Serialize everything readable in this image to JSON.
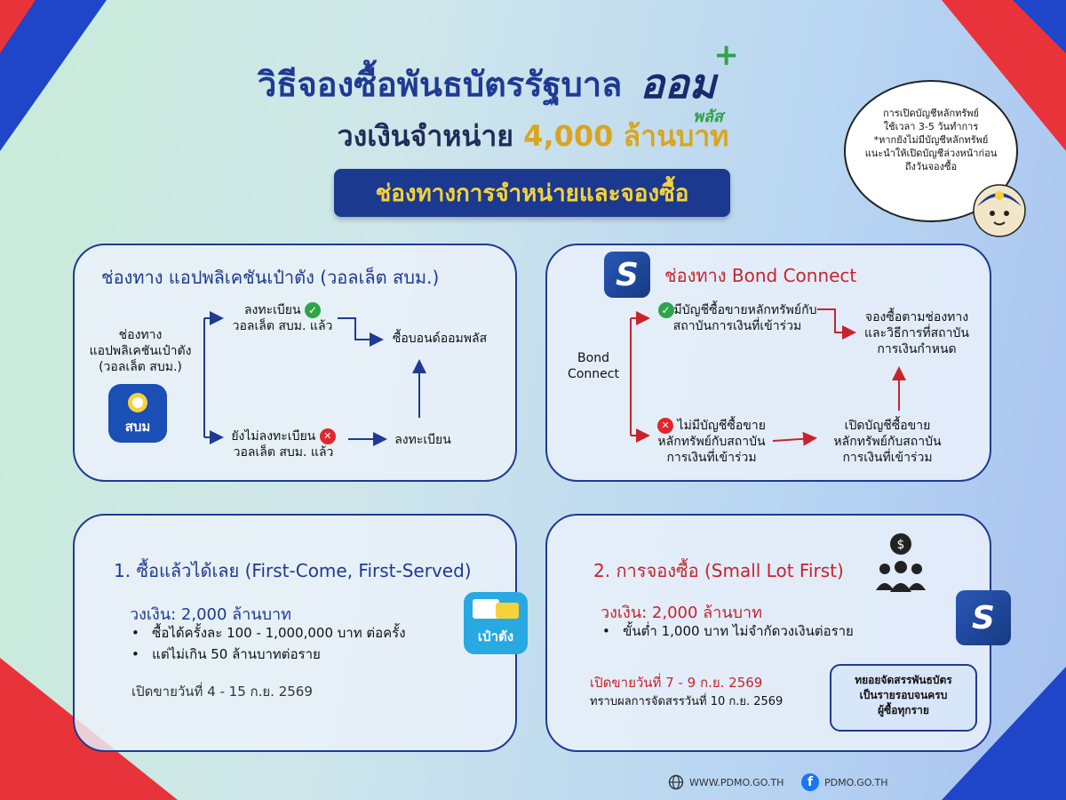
{
  "header": {
    "title": "วิธีจองซื้อพันธบัตรรัฐบาล",
    "logo_text": "ออม",
    "logo_sub": "พลัส",
    "subtitle_prefix": "วงเงินจำหน่าย",
    "subtitle_amount": "4,000 ล้านบาท",
    "channels_banner": "ช่องทางการจำหน่ายและจองซื้อ"
  },
  "speech_bubble": {
    "line1": "การเปิดบัญชีหลักทรัพย์",
    "line2": "ใช้เวลา 3-5 วันทำการ",
    "line3": "*หากยังไม่มีบัญชีหลักทรัพย์",
    "line4": "แนะนำให้เปิดบัญชีล่วงหน้าก่อน",
    "line5": "ถึงวันจองซื้อ"
  },
  "pao_tang_channel": {
    "title": "ช่องทาง แอปพลิเคชันเป๋าตัง (วอลเล็ต สบม.)",
    "source_line1": "ช่องทาง",
    "source_line2": "แอปพลิเคชันเป๋าตัง",
    "source_line3": "(วอลเล็ต สบม.)",
    "app_label": "สบม",
    "registered_line1": "ลงทะเบียน",
    "registered_line2": "วอลเล็ต สบม. แล้ว",
    "buy_bond": "ซื้อบอนด์ออมพลัส",
    "not_registered_line1": "ยังไม่ลงทะเบียน",
    "not_registered_line2": "วอลเล็ต สบม. แล้ว",
    "register": "ลงทะเบียน"
  },
  "bond_connect_channel": {
    "title": "ช่องทาง Bond Connect",
    "source_line1": "Bond",
    "source_line2": "Connect",
    "has_account_line1": "มีบัญชีซื้อขายหลักทรัพย์กับ",
    "has_account_line2": "สถาบันการเงินที่เข้าร่วม",
    "reserve_line1": "จองซื้อตามช่องทาง",
    "reserve_line2": "และวิธีการที่สถาบัน",
    "reserve_line3": "การเงินกำหนด",
    "no_account_line1": "ไม่มีบัญชีซื้อขาย",
    "no_account_line2": "หลักทรัพย์กับสถาบัน",
    "no_account_line3": "การเงินที่เข้าร่วม",
    "open_account_line1": "เปิดบัญชีซื้อขาย",
    "open_account_line2": "หลักทรัพย์กับสถาบัน",
    "open_account_line3": "การเงินที่เข้าร่วม"
  },
  "method_first_come": {
    "title": "1. ซื้อแล้วได้เลย (First-Come, First-Served)",
    "amount": "วงเงิน: 2,000 ล้านบาท",
    "bullet1": "ซื้อได้ครั้งละ 100 - 1,000,000 บาท ต่อครั้ง",
    "bullet2": "แต่ไม่เกิน 50 ล้านบาทต่อราย",
    "sale_period": "เปิดขายวันที่ 4 - 15 ก.ย. 2569",
    "app_label": "เป๋าตัง"
  },
  "method_small_lot": {
    "title": "2. การจองซื้อ (Small Lot First)",
    "amount": "วงเงิน: 2,000 ล้านบาท",
    "bullet1": "ขั้นต่ำ 1,000 บาท ไม่จำกัดวงเงินต่อราย",
    "sale_period": "เปิดขายวันที่ 7 - 9 ก.ย. 2569",
    "result_date": "ทราบผลการจัดสรรวันที่ 10 ก.ย. 2569",
    "note_line1": "ทยอยจัดสรรพันธบัตร",
    "note_line2": "เป็นรายรอบจนครบ",
    "note_line3": "ผู้ซื้อทุกราย"
  },
  "footer": {
    "website": "WWW.PDMO.GO.TH",
    "facebook": "PDMO.GO.TH"
  },
  "colors": {
    "primary_blue": "#1f3a93",
    "gold": "#d9a520",
    "red": "#e0262e",
    "green": "#2fa34a"
  }
}
